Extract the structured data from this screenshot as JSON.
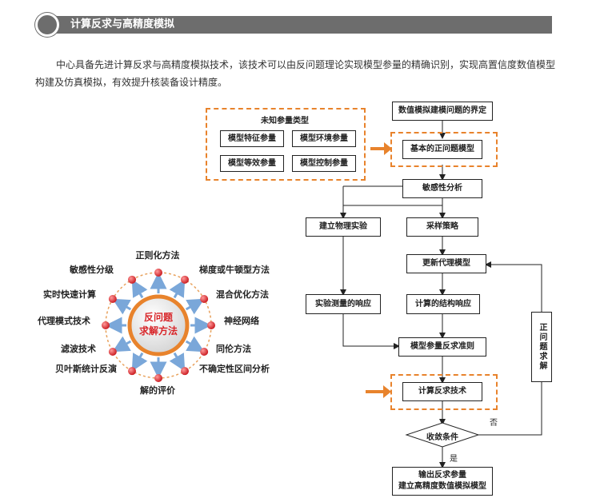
{
  "section_title": "计算反求与高精度模拟",
  "intro": "中心具备先进计算反求与高精度模拟技术，该技术可以由反问题理论实现模型参量的精确识别，实现高置信度数值模型构建及仿真模拟，有效提升核装备设计精度。",
  "radial": {
    "center": "反问题\n求解方法",
    "items": [
      "正则化方法",
      "梯度或牛顿型方法",
      "混合优化方法",
      "神经网络",
      "同伦方法",
      "不确定性区间分析",
      "解的评价",
      "贝叶斯统计反演",
      "滤波技术",
      "代理模式技术",
      "实时快速计算",
      "敏感性分级"
    ]
  },
  "unknown": {
    "title": "未知参量类型",
    "items": [
      "模型特征参量",
      "模型环境参量",
      "模型等效参量",
      "模型控制参量"
    ]
  },
  "flow": {
    "define": "数值模拟建模问题的界定",
    "basic": "基本的正问题模型",
    "sensitivity": "敏感性分析",
    "physical": "建立物理实验",
    "sampling": "采样策略",
    "surrogate": "更新代理模型",
    "measured": "实验测量的响应",
    "computed": "计算的结构响应",
    "criterion": "模型参量反求准则",
    "inverse": "计算反求技术",
    "converge": "收敛条件",
    "output": "输出反求参量\n建立高精度数值模拟模型",
    "no": "否",
    "yes": "是",
    "loop": "正问题求解"
  },
  "colors": {
    "orange": "#e8832c",
    "arrow": "#7aa7d9",
    "node": "#d8262a",
    "gray": "#6d6d6d"
  }
}
